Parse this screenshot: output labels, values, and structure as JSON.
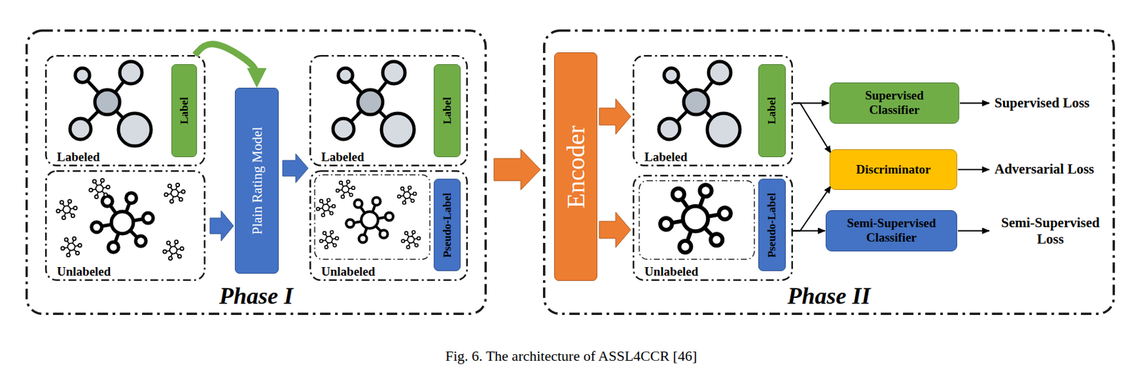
{
  "diagram": {
    "caption": "Fig. 6. The architecture of ASSL4CCR [46]",
    "nodes": [
      {
        "text": [
          "Phase I"
        ]
      },
      {
        "text": [
          "Labeled"
        ],
        "in": 0
      },
      {
        "text": [
          "Label"
        ],
        "in": 1
      },
      {
        "text": [
          "Unlabeled"
        ],
        "in": 0
      },
      {
        "text": [
          "Plain Rating Model"
        ],
        "in": 0
      },
      {
        "text": [
          "Labeled"
        ],
        "in": 0
      },
      {
        "text": [
          "Label"
        ],
        "in": 5
      },
      {
        "text": [
          "Unlabeled"
        ],
        "in": 0
      },
      {
        "text": [
          "Pseudo-Label"
        ],
        "in": 7
      },
      {
        "text": [
          "Phase II"
        ]
      },
      {
        "text": [
          "Encoder"
        ],
        "in": 9
      },
      {
        "text": [
          "Labeled"
        ],
        "in": 9
      },
      {
        "text": [
          "Label"
        ],
        "in": 11
      },
      {
        "text": [
          "Unlabeled"
        ],
        "in": 9
      },
      {
        "text": [
          "Pseudo-Label"
        ],
        "in": 13
      },
      {
        "text": [
          "Supervised Classifier"
        ],
        "in": 9
      },
      {
        "text": [
          "Discriminator"
        ],
        "in": 9
      },
      {
        "text": [
          "Semi-Supervised Classifier"
        ],
        "in": 9
      }
    ],
    "edges": [
      {
        "from": 1,
        "to": 4,
        "arrow": "to"
      },
      {
        "from": 3,
        "to": 4,
        "arrow": "to"
      },
      {
        "from": 4,
        "to": 7,
        "arrow": "to"
      },
      {
        "from": 0,
        "to": 9,
        "arrow": "to"
      },
      {
        "from": 10,
        "to": 11,
        "arrow": "to"
      },
      {
        "from": 10,
        "to": 13,
        "arrow": "to"
      },
      {
        "from": 11,
        "to": 15,
        "arrow": "to"
      },
      {
        "from": 11,
        "to": 16,
        "arrow": "to"
      },
      {
        "from": 13,
        "to": 16,
        "arrow": "to"
      },
      {
        "from": 13,
        "to": 17,
        "arrow": "to"
      }
    ],
    "labels": [
      "Supervised Loss",
      "Adversarial Loss",
      "Semi-Supervised Loss"
    ]
  }
}
